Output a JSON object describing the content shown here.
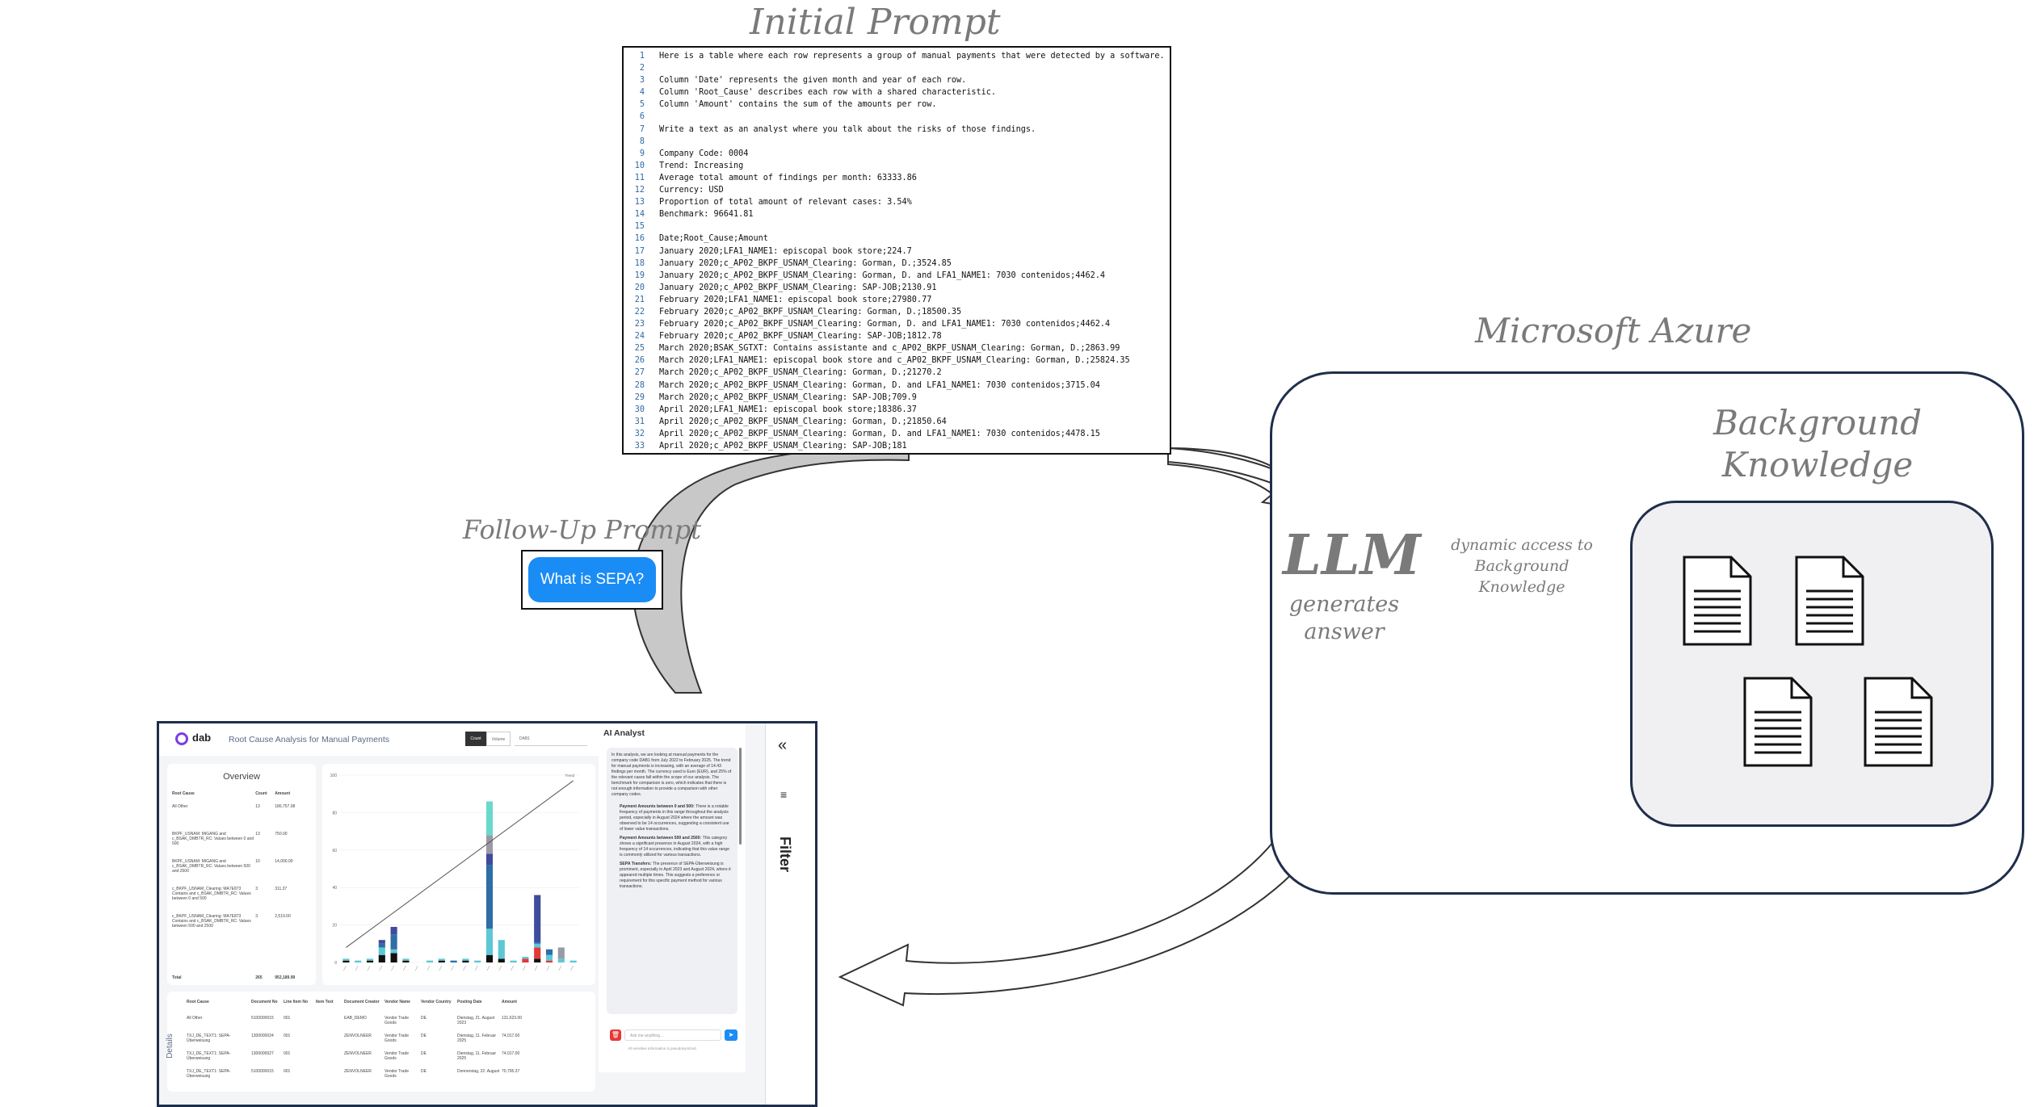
{
  "labels": {
    "initial_prompt": "Initial Prompt",
    "follow_up_prompt": "Follow-Up Prompt",
    "azure": "Microsoft Azure",
    "background_knowledge": "Background Knowledge",
    "llm": "LLM",
    "generates_answer": "generates answer",
    "dynamic_access": "dynamic access to Background Knowledge"
  },
  "follow_up_question": "What is SEPA?",
  "prompt_lines": [
    "Here is a table where each row represents a group of manual payments that were detected by a software.",
    "",
    "Column 'Date' represents the given month and year of each row.",
    "Column 'Root_Cause' describes each row with a shared characteristic.",
    "Column 'Amount' contains the sum of the amounts per row.",
    "",
    "Write a text as an analyst where you talk about the risks of those findings.",
    "",
    "Company Code: 0004",
    "Trend: Increasing",
    "Average total amount of findings per month: 63333.86",
    "Currency: USD",
    "Proportion of total amount of relevant cases: 3.54%",
    "Benchmark: 96641.81",
    "",
    "Date;Root_Cause;Amount",
    "January 2020;LFA1_NAME1: episcopal book store;224.7",
    "January 2020;c_AP02_BKPF_USNAM_Clearing: Gorman, D.;3524.85",
    "January 2020;c_AP02_BKPF_USNAM_Clearing: Gorman, D. and LFA1_NAME1: 7030 contenidos;4462.4",
    "January 2020;c_AP02_BKPF_USNAM_Clearing: SAP-JOB;2130.91",
    "February 2020;LFA1_NAME1: episcopal book store;27980.77",
    "February 2020;c_AP02_BKPF_USNAM_Clearing: Gorman, D.;18500.35",
    "February 2020;c_AP02_BKPF_USNAM_Clearing: Gorman, D. and LFA1_NAME1: 7030 contenidos;4462.4",
    "February 2020;c_AP02_BKPF_USNAM_Clearing: SAP-JOB;1812.78",
    "March 2020;BSAK_SGTXT: Contains assistante and c_AP02_BKPF_USNAM_Clearing: Gorman, D.;2863.99",
    "March 2020;LFA1_NAME1: episcopal book store and c_AP02_BKPF_USNAM_Clearing: Gorman, D.;25824.35",
    "March 2020;c_AP02_BKPF_USNAM_Clearing: Gorman, D.;21270.2",
    "March 2020;c_AP02_BKPF_USNAM_Clearing: Gorman, D. and LFA1_NAME1: 7030 contenidos;3715.04",
    "March 2020;c_AP02_BKPF_USNAM_Clearing: SAP-JOB;709.9",
    "April 2020;LFA1_NAME1: episcopal book store;18386.37",
    "April 2020;c_AP02_BKPF_USNAM_Clearing: Gorman, D.;21850.64",
    "April 2020;c_AP02_BKPF_USNAM_Clearing: Gorman, D. and LFA1_NAME1: 7030 contenidos;4478.15",
    "April 2020;c_AP02_BKPF_USNAM_Clearing: SAP-JOB;181"
  ],
  "dashboard": {
    "logo": "dab",
    "title": "Root Cause Analysis for Manual Payments",
    "toggle": [
      "Count",
      "Volume"
    ],
    "select": "DAB1",
    "ai_title": "AI Analyst",
    "filter": "Filter",
    "overview_title": "Overview",
    "overview_headers": [
      "Root Cause",
      "Count",
      "Amount"
    ],
    "overview_rows": [
      [
        "All Other",
        "13",
        "186,757.08"
      ],
      [
        "BKPF_USNAM: MIGANG and c_BSAK_DMBTR_RC: Values between 0 and 500",
        "13",
        "750.00"
      ],
      [
        "BKPF_USNAM: MIGANG and c_BSAK_DMBTR_RC: Values between 500 and 2500",
        "10",
        "14,000.00"
      ],
      [
        "c_BKPF_USNAM_Clearing: MA7E873 Contains and c_BSAK_DMBTR_RC: Values between 0 and 500",
        "3",
        "311.37"
      ],
      [
        "c_BKPF_USNAM_Clearing: MA7E873 Contains and c_BSAK_DMBTR_RC: Values between 500 and 2500",
        "3",
        "2,519.00"
      ]
    ],
    "overview_total": [
      "Total",
      "265",
      "952,189.99"
    ],
    "details_label": "Details",
    "details_headers": [
      "Root Cause",
      "Document No",
      "Line Item No",
      "Item Text",
      "Document Creator",
      "Vendor Name",
      "Vendor Country",
      "Posting Date",
      "Amount"
    ],
    "details_rows": [
      [
        "All Other",
        "5100000015",
        "001",
        "",
        "EAB_DEMO",
        "Vendor Trade Goods",
        "DE",
        "Dienstag, 21. August 2023",
        "131,623.00"
      ],
      [
        "TXJ_DE_TEXT1: SEPA-Überweisung",
        "1300000024",
        "001",
        "",
        "ZENVOLNEER",
        "Vendor Trade Goods",
        "DE",
        "Dienstag, 11. Februar 2025",
        "74,017.00"
      ],
      [
        "TXJ_DE_TEXT1: SEPA-Überweisung",
        "1300000027",
        "001",
        "",
        "ZENVOLNEER",
        "Vendor Trade Goods",
        "DE",
        "Dienstag, 11. Februar 2025",
        "74,017.00"
      ],
      [
        "TXJ_DE_TEXT1: SEPA-Überweisung",
        "5100000015",
        "001",
        "",
        "ZENVOLNEER",
        "Vendor Trade Goods",
        "DE",
        "Donnerstag, 22. August",
        "70,795.37"
      ]
    ],
    "ai_paragraphs": [
      "In this analysis, we are looking at manual payments for the company code DAB1 from July 2022 to February 2025. The trend for manual payments is increasing, with an average of 14.43 findings per month. The currency used is Euro (EUR), and 25% of the relevant cases fall within the scope of our analysis. The benchmark for comparison is zero, which indicates that there is not enough information to provide a comparison with other company codes."
    ],
    "ai_sections": [
      {
        "head": "Payment Amounts between 0 and 500:",
        "body": "There is a notable frequency of payments in this range throughout the analysis period, especially in August 2024 where the amount was observed to be 14 occurrences, suggesting a consistent use of lower value transactions."
      },
      {
        "head": "Payment Amounts between 500 and 2500:",
        "body": "This category shows a significant presence in August 2024, with a high frequency of 14 occurrences, indicating that this value range is commonly utilized for various transactions."
      },
      {
        "head": "SEPA Transfers:",
        "body": "The presence of SEPA-Überweisung is prominent, especially in April 2023 and August 2024, where it appeared multiple times. This suggests a preference or requirement for this specific payment method for various transactions."
      }
    ],
    "ai_input_placeholder": "Ask me anything...",
    "ai_disclaimer": "All sensitive information is pseudonymized.",
    "chart_legend": "Trend"
  },
  "chart_data": {
    "type": "bar",
    "title": "",
    "xlabel": "",
    "ylabel": "",
    "ylim": [
      0,
      100
    ],
    "yticks": [
      0,
      20,
      40,
      60,
      80,
      100
    ],
    "categories": [
      "m1",
      "m2",
      "m3",
      "m4",
      "m5",
      "m6",
      "m7",
      "m8",
      "m9",
      "m10",
      "m11",
      "m12",
      "m13",
      "m14",
      "m15",
      "m16",
      "m17",
      "m18",
      "m19",
      "m20"
    ],
    "series": [
      {
        "color": "#111111",
        "values": [
          1,
          0,
          1,
          4,
          5,
          1,
          0,
          0,
          1,
          0,
          1,
          0,
          4,
          2,
          0,
          0,
          2,
          0,
          0,
          0
        ]
      },
      {
        "color": "#e03a3a",
        "values": [
          0,
          0,
          0,
          0,
          0,
          0,
          0,
          0,
          0,
          0,
          0,
          0,
          0,
          0,
          0,
          2,
          6,
          1,
          0,
          0
        ]
      },
      {
        "color": "#5cc8d6",
        "values": [
          1,
          1,
          1,
          4,
          2,
          1,
          0,
          1,
          1,
          0,
          1,
          1,
          14,
          10,
          1,
          1,
          2,
          3,
          2,
          1
        ]
      },
      {
        "color": "#2d6ea7",
        "values": [
          0,
          0,
          0,
          2,
          8,
          0,
          0,
          0,
          0,
          1,
          0,
          0,
          34,
          0,
          0,
          0,
          1,
          3,
          0,
          0
        ]
      },
      {
        "color": "#3f4b9c",
        "values": [
          0,
          0,
          0,
          2,
          4,
          0,
          0,
          0,
          0,
          0,
          0,
          0,
          6,
          0,
          0,
          0,
          25,
          0,
          0,
          0
        ]
      },
      {
        "color": "#9a9aa6",
        "values": [
          0,
          0,
          0,
          0,
          0,
          0,
          0,
          0,
          0,
          0,
          0,
          0,
          10,
          0,
          0,
          0,
          0,
          0,
          6,
          0
        ]
      },
      {
        "color": "#6ad9cc",
        "values": [
          0,
          0,
          0,
          0,
          0,
          0,
          0,
          0,
          0,
          0,
          0,
          0,
          18,
          0,
          0,
          0,
          0,
          0,
          0,
          0
        ]
      }
    ],
    "trend_line": {
      "start": 8,
      "end": 97
    }
  },
  "colors": {
    "outline": "#1f2e4b",
    "script_text": "#7a7a7a",
    "bubble": "#1a8cf5",
    "arrow_fill": "#c8c8c8",
    "kb_fill": "#f0f0f2"
  }
}
